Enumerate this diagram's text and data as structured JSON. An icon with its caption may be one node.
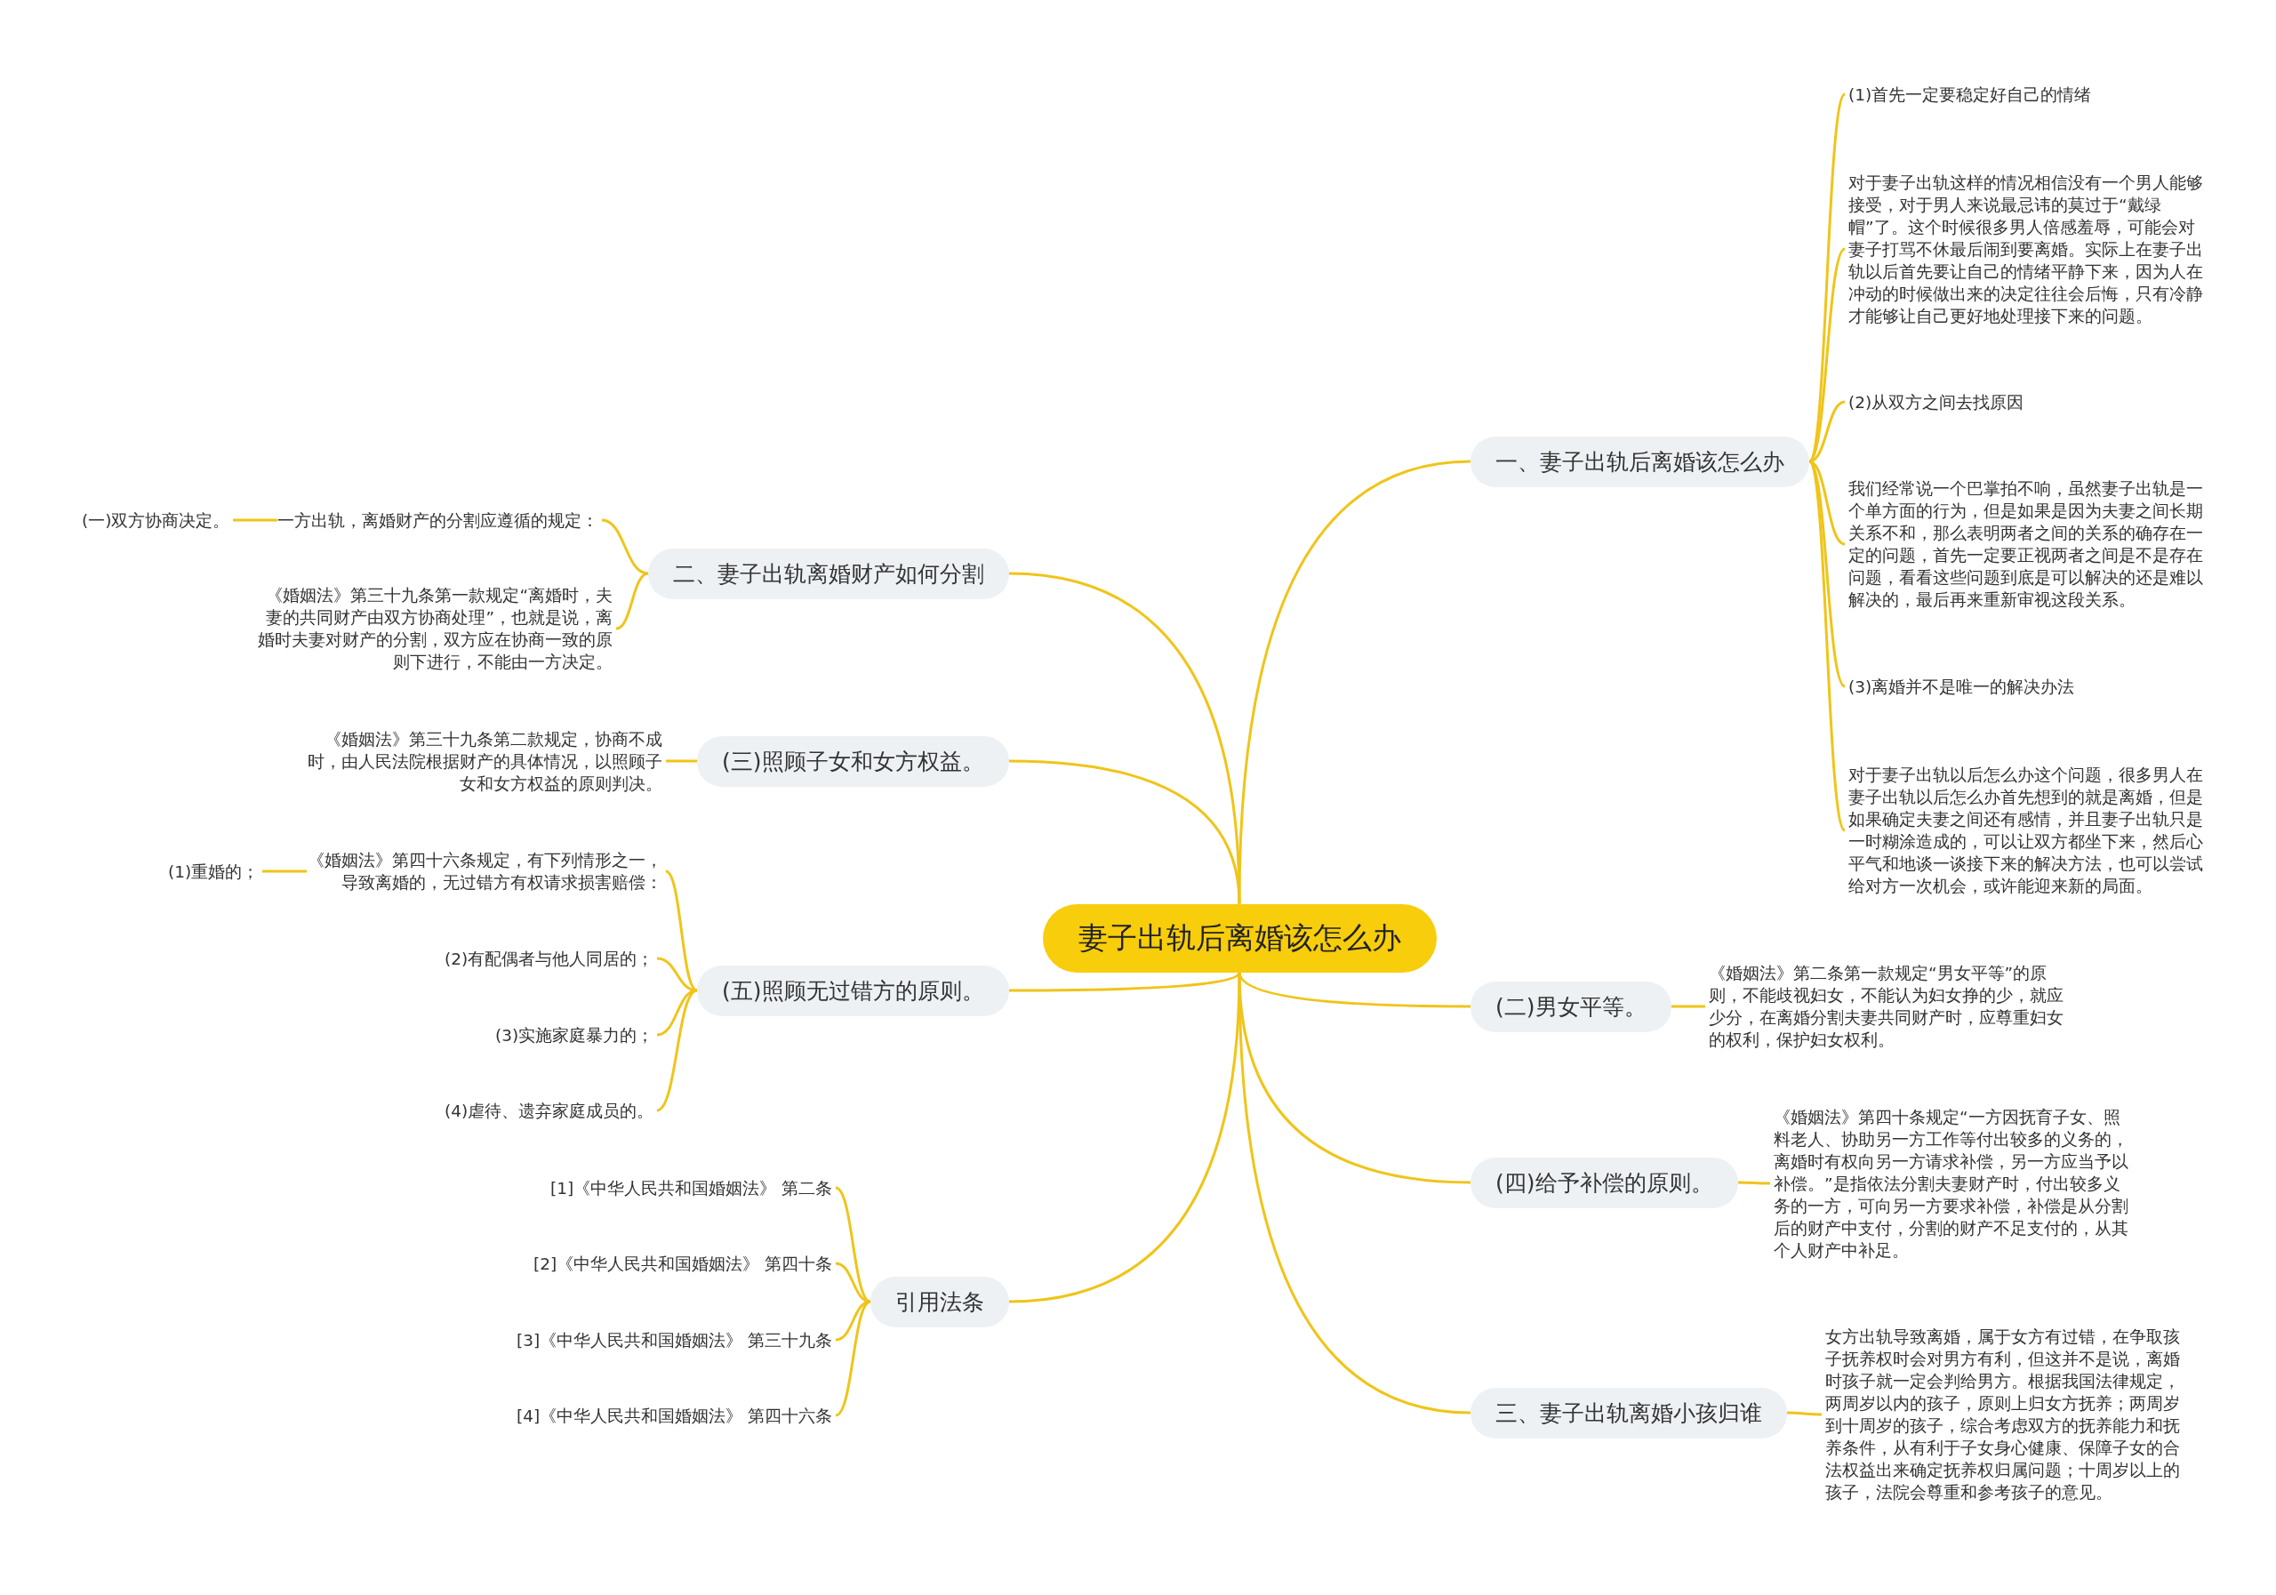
{
  "diagram": {
    "nodes": [
      {
        "text": [
          "妻子出轨后离婚该怎么办"
        ]
      },
      {
        "text": [
          "一、妻子出轨后离婚该怎么办"
        ]
      },
      {
        "text": [
          "(1)首先一定要稳定好自己的情绪"
        ]
      },
      {
        "text": [
          "对于妻子出轨这样的情况相信没有一个男人能够接受，对于男人来说最忌讳的莫过于“戴绿帽”了。这个时候很多男人倍感羞辱，可能会对妻子打骂不休最后闹到要离婚。实际上在妻子出轨以后首先要让自己的情绪平静下来，因为人在冲动的时候做出来的决定往往会后悔，只有冷静才能够让自己更好地处理接下来的问题。"
        ]
      },
      {
        "text": [
          "(2)从双方之间去找原因"
        ]
      },
      {
        "text": [
          "我们经常说一个巴掌拍不响，虽然妻子出轨是一个单方面的行为，但是如果是因为夫妻之间长期关系不和，那么表明两者之间的关系的确存在一定的问题，首先一定要正视两者之间是不是存在问题，看看这些问题到底是可以解决的还是难以解决的，最后再来重新审视这段关系。"
        ]
      },
      {
        "text": [
          "(3)离婚并不是唯一的解决办法"
        ]
      },
      {
        "text": [
          "对于妻子出轨以后怎么办这个问题，很多男人在妻子出轨以后怎么办首先想到的就是离婚，但是如果确定夫妻之间还有感情，并且妻子出轨只是一时糊涂造成的，可以让双方都坐下来，然后心平气和地谈一谈接下来的解决方法，也可以尝试给对方一次机会，或许能迎来新的局面。"
        ]
      },
      {
        "text": [
          "(二)男女平等。"
        ]
      },
      {
        "text": [
          "《婚姻法》第二条第一款规定“男女平等”的原则，不能歧视妇女，不能认为妇女挣的少，就应少分，在离婚分割夫妻共同财产时，应尊重妇女的权利，保护妇女权利。"
        ]
      },
      {
        "text": [
          "(四)给予补偿的原则。"
        ]
      },
      {
        "text": [
          "《婚姻法》第四十条规定“一方因抚育子女、照料老人、协助另一方工作等付出较多的义务的，离婚时有权向另一方请求补偿，另一方应当予以补偿。”是指依法分割夫妻财产时，付出较多义务的一方，可向另一方要求补偿，补偿是从分割后的财产中支付，分割的财产不足支付的，从其个人财产中补足。"
        ]
      },
      {
        "text": [
          "三、妻子出轨离婚小孩归谁"
        ]
      },
      {
        "text": [
          "女方出轨导致离婚，属于女方有过错，在争取孩子抚养权时会对男方有利，但这并不是说，离婚时孩子就一定会判给男方。根据我国法律规定，两周岁以内的孩子，原则上归女方抚养；两周岁到十周岁的孩子，综合考虑双方的抚养能力和抚养条件，从有利于子女身心健康、保障子女的合法权益出来确定抚养权归属问题；十周岁以上的孩子，法院会尊重和参考孩子的意见。"
        ]
      },
      {
        "text": [
          "二、妻子出轨离婚财产如何分割"
        ]
      },
      {
        "text": [
          "一方出轨，离婚财产的分割应遵循的规定："
        ]
      },
      {
        "text": [
          "(一)双方协商决定。"
        ]
      },
      {
        "text": [
          "《婚姻法》第三十九条第一款规定“离婚时，夫妻的共同财产由双方协商处理”，也就是说，离婚时夫妻对财产的分割，双方应在协商一致的原则下进行，不能由一方决定。"
        ]
      },
      {
        "text": [
          "(三)照顾子女和女方权益。"
        ]
      },
      {
        "text": [
          "《婚姻法》第三十九条第二款规定，协商不成时，由人民法院根据财产的具体情况，以照顾子女和女方权益的原则判决。"
        ]
      },
      {
        "text": [
          "(五)照顾无过错方的原则。"
        ]
      },
      {
        "text": [
          "《婚姻法》第四十六条规定，有下列情形之一，导致离婚的，无过错方有权请求损害赔偿："
        ]
      },
      {
        "text": [
          "(1)重婚的；"
        ]
      },
      {
        "text": [
          "(2)有配偶者与他人同居的；"
        ]
      },
      {
        "text": [
          "(3)实施家庭暴力的；"
        ]
      },
      {
        "text": [
          "(4)虐待、遗弃家庭成员的。"
        ]
      },
      {
        "text": [
          "引用法条"
        ]
      },
      {
        "text": [
          "[1]《中华人民共和国婚姻法》 第二条"
        ]
      },
      {
        "text": [
          "[2]《中华人民共和国婚姻法》 第四十条"
        ]
      },
      {
        "text": [
          "[3]《中华人民共和国婚姻法》 第三十九条"
        ]
      },
      {
        "text": [
          "[4]《中华人民共和国婚姻法》 第四十六条"
        ]
      }
    ],
    "edges": [
      {
        "from": 0,
        "to": 1,
        "arrow": "none"
      },
      {
        "from": 1,
        "to": 2,
        "arrow": "none"
      },
      {
        "from": 1,
        "to": 3,
        "arrow": "none"
      },
      {
        "from": 1,
        "to": 4,
        "arrow": "none"
      },
      {
        "from": 1,
        "to": 5,
        "arrow": "none"
      },
      {
        "from": 1,
        "to": 6,
        "arrow": "none"
      },
      {
        "from": 1,
        "to": 7,
        "arrow": "none"
      },
      {
        "from": 0,
        "to": 8,
        "arrow": "none"
      },
      {
        "from": 8,
        "to": 9,
        "arrow": "none"
      },
      {
        "from": 0,
        "to": 10,
        "arrow": "none"
      },
      {
        "from": 10,
        "to": 11,
        "arrow": "none"
      },
      {
        "from": 0,
        "to": 12,
        "arrow": "none"
      },
      {
        "from": 12,
        "to": 13,
        "arrow": "none"
      },
      {
        "from": 0,
        "to": 14,
        "arrow": "none"
      },
      {
        "from": 14,
        "to": 15,
        "arrow": "none"
      },
      {
        "from": 15,
        "to": 16,
        "arrow": "none"
      },
      {
        "from": 14,
        "to": 17,
        "arrow": "none"
      },
      {
        "from": 0,
        "to": 18,
        "arrow": "none"
      },
      {
        "from": 18,
        "to": 19,
        "arrow": "none"
      },
      {
        "from": 0,
        "to": 20,
        "arrow": "none"
      },
      {
        "from": 20,
        "to": 21,
        "arrow": "none"
      },
      {
        "from": 21,
        "to": 22,
        "arrow": "none"
      },
      {
        "from": 20,
        "to": 23,
        "arrow": "none"
      },
      {
        "from": 20,
        "to": 24,
        "arrow": "none"
      },
      {
        "from": 20,
        "to": 25,
        "arrow": "none"
      },
      {
        "from": 0,
        "to": 26,
        "arrow": "none"
      },
      {
        "from": 26,
        "to": 27,
        "arrow": "none"
      },
      {
        "from": 26,
        "to": 28,
        "arrow": "none"
      },
      {
        "from": 26,
        "to": 29,
        "arrow": "none"
      },
      {
        "from": 26,
        "to": 30,
        "arrow": "none"
      }
    ]
  }
}
